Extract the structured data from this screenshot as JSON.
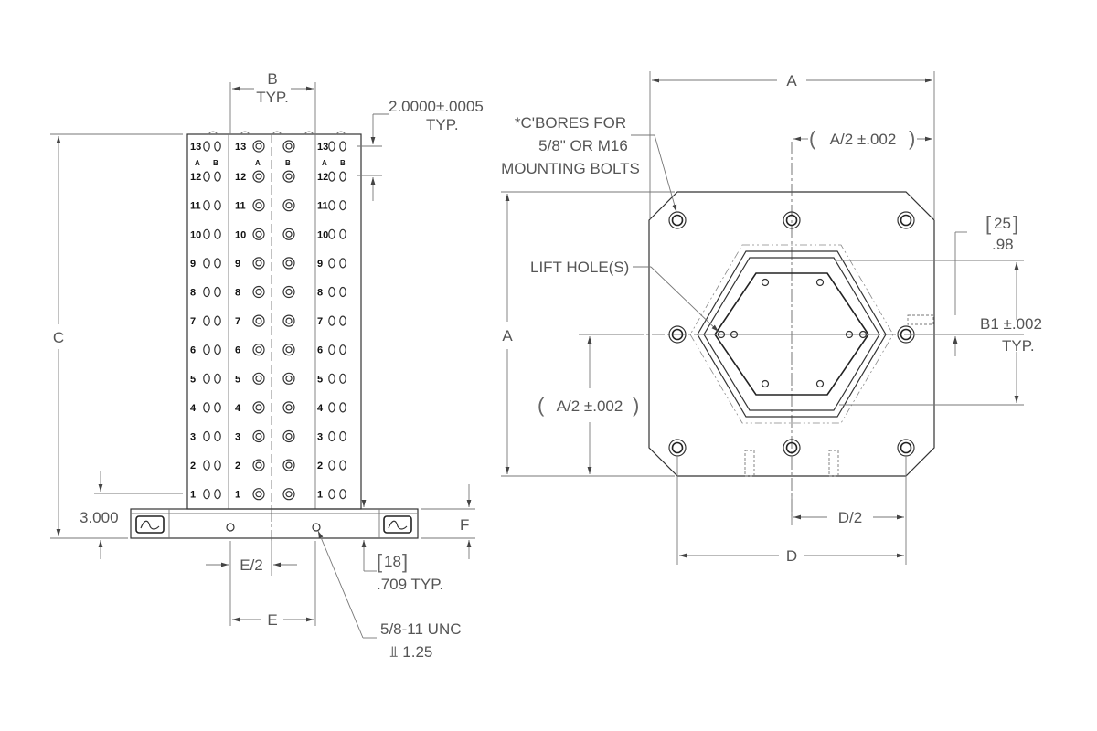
{
  "front_view": {
    "dim_b": "B",
    "dim_b_sub": "TYP.",
    "spacing": "2.0000±.0005",
    "spacing_sub": "TYP.",
    "dim_c": "C",
    "base_height": "3.000",
    "dim_f": "F",
    "bracket_18": "18",
    "dim_709": ".709 TYP.",
    "dim_e_half": "E/2",
    "dim_e": "E",
    "thread": "5/8-11 UNC",
    "thread_depth": "⫫ 1.25",
    "column_a": "A",
    "column_b": "B",
    "rows": [
      "13",
      "12",
      "11",
      "10",
      "9",
      "8",
      "7",
      "6",
      "5",
      "4",
      "3",
      "2",
      "1"
    ]
  },
  "top_view": {
    "dim_a_horizontal": "A",
    "dim_a_half_top": "A/2 ±.002",
    "cbore_note_1": "*C'BORES FOR",
    "cbore_note_2": "5/8\" OR M16",
    "cbore_note_3": "MOUNTING BOLTS",
    "bracket_25": "25",
    "dim_98": ".98",
    "lift_hole": "LIFT HOLE(S)",
    "dim_b1": "B1 ±.002",
    "dim_b1_sub": "TYP.",
    "dim_a_vertical": "A",
    "dim_a_half_left": "A/2 ±.002",
    "dim_d_half": "D/2",
    "dim_d": "D"
  }
}
